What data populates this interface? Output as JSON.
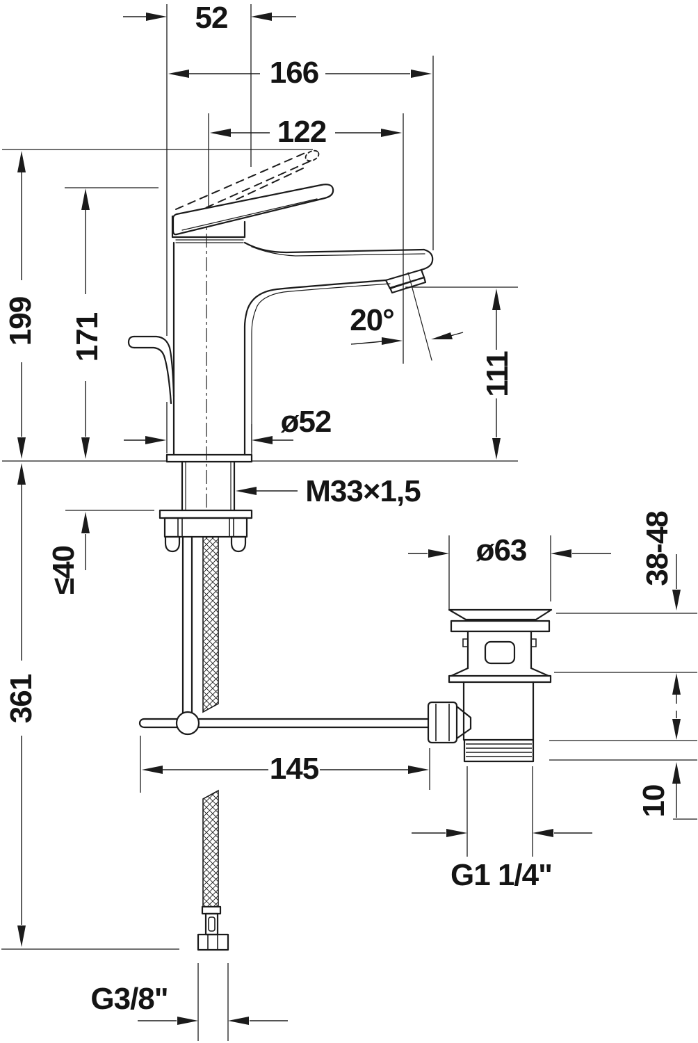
{
  "figure": {
    "type": "technical-dimension-drawing",
    "subject": "single-lever basin mixer faucet with pop-up waste set, side elevation",
    "units": "mm",
    "ink_color": "#1b1b1b",
    "background_color": "#ffffff",
    "labels": {
      "width_top": "52",
      "width_overall": "166",
      "width_spout": "122",
      "height_overall": "199",
      "height_handle": "171",
      "spout_angle": "20°",
      "height_spout": "111",
      "base_diameter": "ø52",
      "shank_thread": "M33×1,5",
      "deck_thickness_max": "≤40",
      "waste_flange_diameter": "ø63",
      "waste_deck_range": "38-48",
      "height_total": "361",
      "rod_length": "145",
      "waste_offset": "10",
      "waste_thread": "G1 1/4\"",
      "hose_thread": "G3/8\""
    }
  }
}
